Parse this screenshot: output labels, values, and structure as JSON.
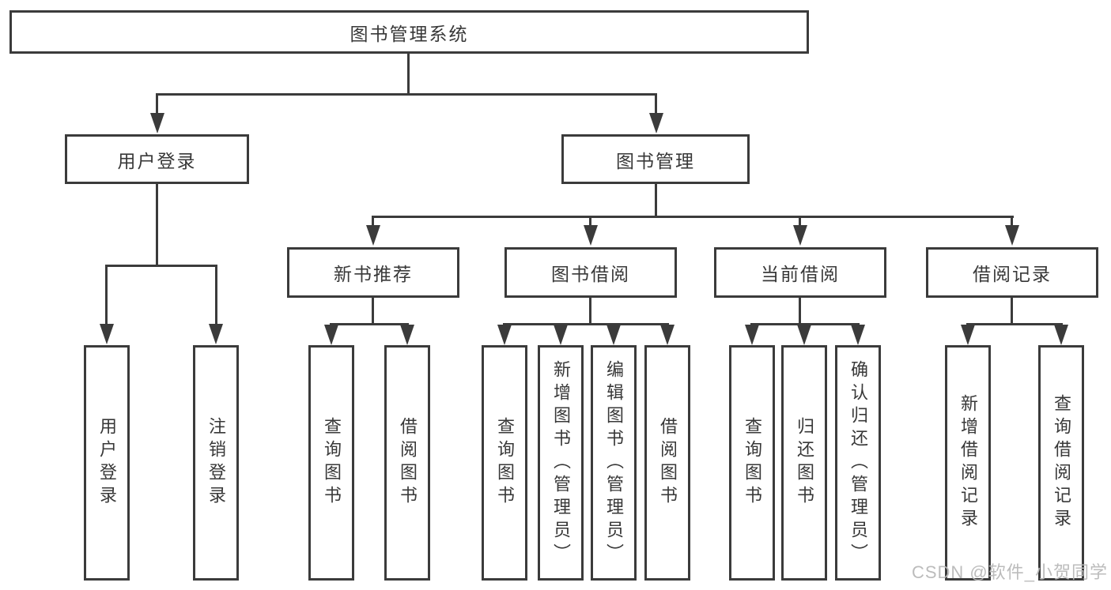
{
  "tree": {
    "root": {
      "label": "图书管理系统",
      "children": [
        {
          "label": "用户登录",
          "children": [
            {
              "label": "用户登录"
            },
            {
              "label": "注销登录"
            }
          ]
        },
        {
          "label": "图书管理",
          "children": [
            {
              "label": "新书推荐",
              "children": [
                {
                  "label": "查询图书"
                },
                {
                  "label": "借阅图书"
                }
              ]
            },
            {
              "label": "图书借阅",
              "children": [
                {
                  "label": "查询图书"
                },
                {
                  "label": "新增图书（管理员）"
                },
                {
                  "label": "编辑图书（管理员）"
                },
                {
                  "label": "借阅图书"
                }
              ]
            },
            {
              "label": "当前借阅",
              "children": [
                {
                  "label": "查询图书"
                },
                {
                  "label": "归还图书"
                },
                {
                  "label": "确认归还（管理员）"
                }
              ]
            },
            {
              "label": "借阅记录",
              "children": [
                {
                  "label": "新增借阅记录"
                },
                {
                  "label": "查询借阅记录"
                }
              ]
            }
          ]
        }
      ]
    }
  },
  "watermark": {
    "text": "CSDN @软件_小贺同学"
  },
  "colors": {
    "line": "#3b3b3b",
    "text": "#383838",
    "background": "#ffffff",
    "watermark": "#b9b9b9"
  }
}
